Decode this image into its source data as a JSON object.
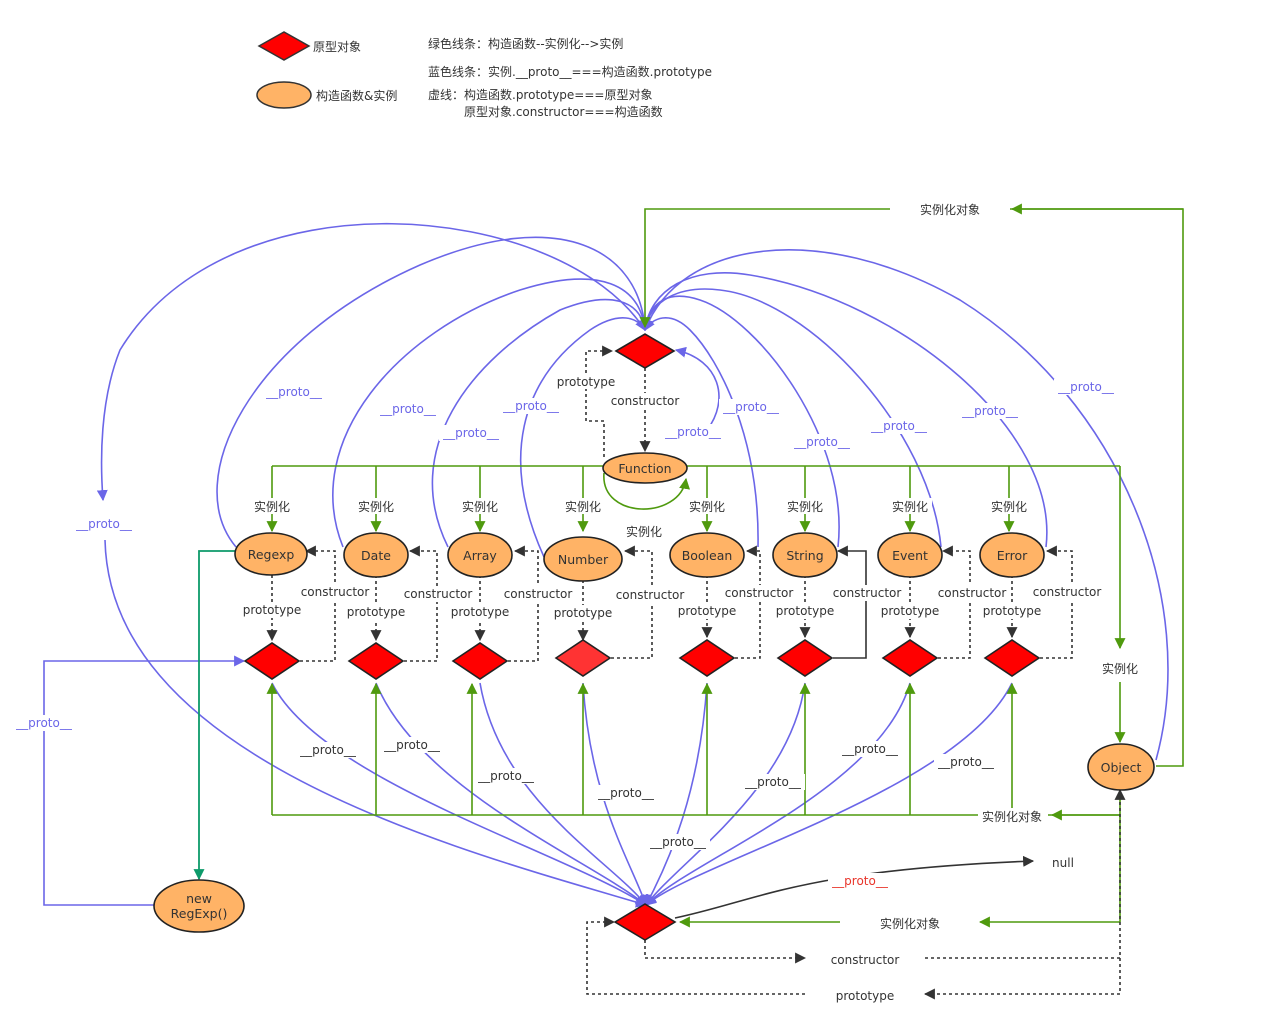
{
  "legend": {
    "prototype_label": "原型对象",
    "constructor_label": "构造函数&实例",
    "green_line": "绿色线条：构造函数--实例化-->实例",
    "blue_line": "蓝色线条：实例.__proto__===构造函数.prototype",
    "dashed_line_1": "虚线：构造函数.prototype===原型对象",
    "dashed_line_2": "原型对象.constructor===构造函数"
  },
  "nodes": {
    "function": "Function",
    "regexp": "Regexp",
    "date": "Date",
    "array": "Array",
    "number": "Number",
    "boolean": "Boolean",
    "string": "String",
    "event": "Event",
    "error": "Error",
    "object": "Object",
    "new_regexp_1": "new",
    "new_regexp_2": "RegExp()",
    "null": "null"
  },
  "labels": {
    "proto": "__proto__",
    "prototype": "prototype",
    "constructor": "constructor",
    "instantiate": "实例化",
    "instantiate_object": "实例化对象"
  },
  "colors": {
    "green": "#4f9a0e",
    "teal": "#0d9a6a",
    "blue": "#6b66e8",
    "dark": "#333333",
    "red_fill": "#ff0000",
    "orange_fill": "#ffb366",
    "proto_red": "#e8352b"
  }
}
